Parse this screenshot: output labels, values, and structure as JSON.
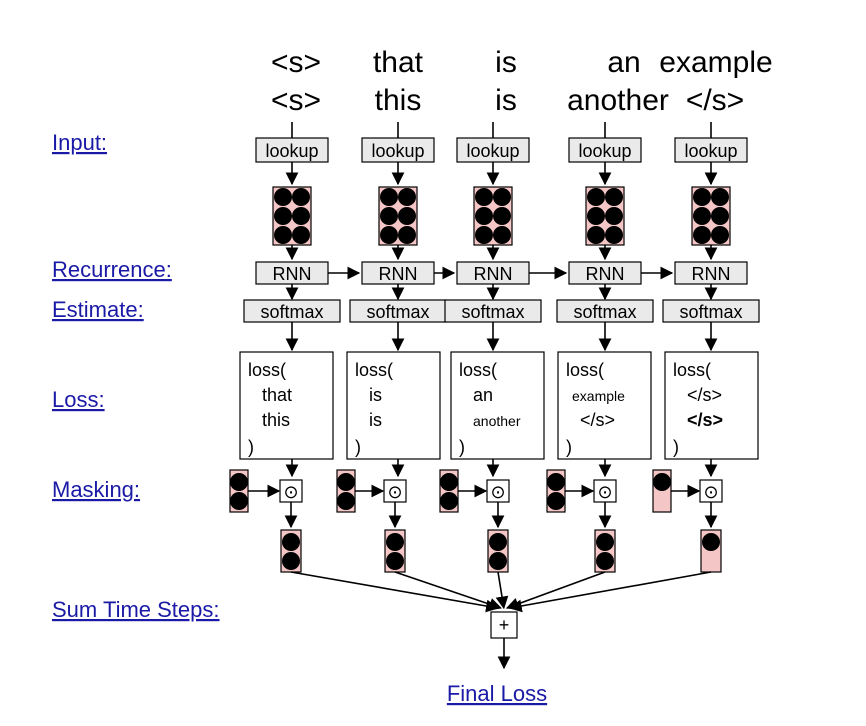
{
  "sentences": {
    "row1": [
      "<s>",
      "that",
      "is",
      "an",
      "example"
    ],
    "row2": [
      "<s>",
      "this",
      "is",
      "another",
      "</s>"
    ]
  },
  "side_labels": {
    "input": "Input:",
    "recurrence": "Recurrence:",
    "estimate": "Estimate:",
    "loss": "Loss:",
    "masking": "Masking:",
    "sum": "Sum Time Steps:"
  },
  "ops": {
    "lookup": "lookup",
    "rnn": "RNN",
    "softmax": "softmax",
    "mask_op": "⊙",
    "sum_op": "+"
  },
  "losses": [
    {
      "open": "loss(",
      "a": "that",
      "b": "this",
      "close": ")"
    },
    {
      "open": "loss(",
      "a": "is",
      "b": "is",
      "close": ")"
    },
    {
      "open": "loss(",
      "a": "an",
      "b": "another",
      "close": ")"
    },
    {
      "open": "loss(",
      "a": "example",
      "b": "</s>",
      "close": ")"
    },
    {
      "open": "loss(",
      "a": "</s>",
      "b": "</s>",
      "close": ")"
    }
  ],
  "masks": [
    [
      "1",
      "1"
    ],
    [
      "1",
      "1"
    ],
    [
      "1",
      "1"
    ],
    [
      "1",
      "1"
    ],
    [
      "1",
      "0"
    ]
  ],
  "final": "Final Loss",
  "colors": {
    "vector_fill": "#f4c6c6",
    "link": "#1a1aa6"
  }
}
